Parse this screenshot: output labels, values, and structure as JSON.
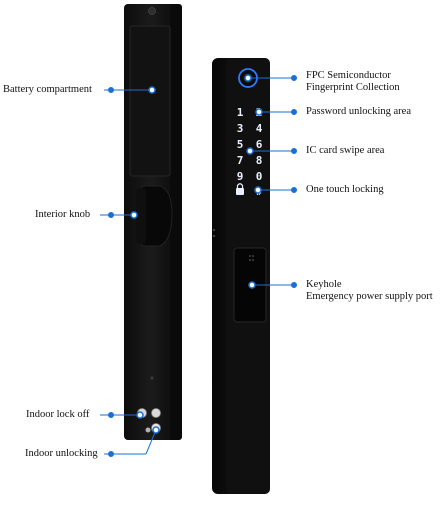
{
  "callouts": {
    "battery_compartment": "Battery compartment",
    "interior_knob": "Interior knob",
    "indoor_lock_off": "Indoor lock off",
    "indoor_unlocking": "Indoor unlocking",
    "fingerprint_line1": "FPC Semiconductor",
    "fingerprint_line2": "Fingerprint Collection",
    "password_area": "Password unlocking area",
    "ic_card_area": "IC card swipe area",
    "one_touch_locking": "One touch locking",
    "keyhole_line1": "Keyhole",
    "keyhole_line2": "Emergency power supply port"
  },
  "keypad": {
    "keys": [
      "1",
      "2",
      "3",
      "4",
      "5",
      "6",
      "7",
      "8",
      "9",
      "0",
      "#"
    ]
  },
  "colors": {
    "callout_blue": "#1a6fd6",
    "lock_body": "#151515",
    "panel_edge": "#2a2a2a",
    "key_glow": "#e8f0ff",
    "fingerprint_ring": "#2f7bff"
  }
}
